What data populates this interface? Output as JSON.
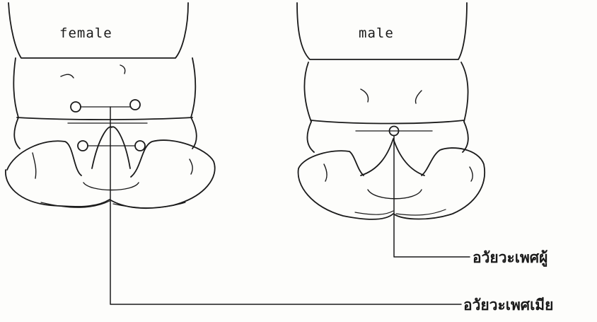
{
  "panels": {
    "female": {
      "title": "female"
    },
    "male": {
      "title": "male"
    }
  },
  "callouts": {
    "male_organ": "อวัยวะเพศผู้",
    "female_organ": "อวัยวะเพศเมีย"
  },
  "colors": {
    "ink": "#1a1a1a",
    "paper": "#fdfdfb"
  }
}
